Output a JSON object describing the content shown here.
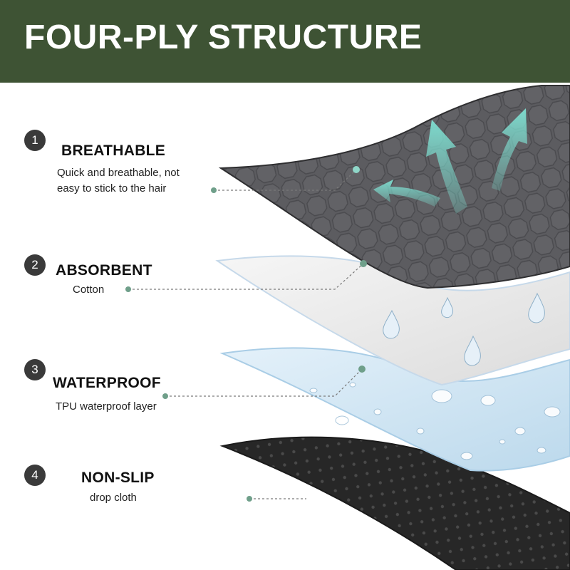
{
  "header": {
    "title": "FOUR-PLY STRUCTURE",
    "background": "#3e5334"
  },
  "layers": [
    {
      "number": "1",
      "title": "BREATHABLE",
      "description_line1": "Quick and breathable, not",
      "description_line2": "easy to stick to the hair",
      "color": "#5a5a5e"
    },
    {
      "number": "2",
      "title": "ABSORBENT",
      "description_line1": "Cotton",
      "color": "#ececec"
    },
    {
      "number": "3",
      "title": "WATERPROOF",
      "description_line1": "TPU waterproof layer",
      "color": "#cfe4f2"
    },
    {
      "number": "4",
      "title": "NON-SLIP",
      "description_line1": "drop cloth",
      "color": "#2a2a2a"
    }
  ],
  "colors": {
    "leader_dot": "#6f9f8a",
    "arrow": "#7fe0d2",
    "badge": "#3a3a3a"
  }
}
